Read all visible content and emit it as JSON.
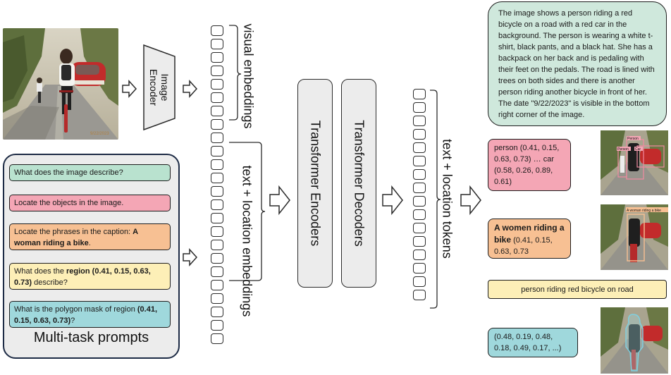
{
  "encoder": {
    "label": "Image\nEncoder"
  },
  "prompts": {
    "title": "Multi-task prompts",
    "items": [
      {
        "plain": "What does the image describe?",
        "bold": "",
        "after": "",
        "color": "#b9e2cf"
      },
      {
        "plain": "Locate the objects in the image.",
        "bold": "",
        "after": "",
        "color": "#f4a6b5"
      },
      {
        "plain": "Locate the phrases in the caption: ",
        "bold": "A woman riding a bike",
        "after": ".",
        "color": "#f7c093"
      },
      {
        "plain": "What does the ",
        "bold": "region (0.41, 0.15, 0.63, 0.73)",
        "after": " describe?",
        "color": "#fdefb7"
      },
      {
        "plain": "What is the polygon mask of region ",
        "bold": "(0.41, 0.15, 0.63, 0.73)",
        "after": "?",
        "color": "#9fd8dc"
      }
    ]
  },
  "labels": {
    "visual_embeddings": "visual embeddings",
    "text_location_embeddings": "text + location embeddings",
    "transformer_encoders": "Transformer Encoders",
    "transformer_decoders": "Transformer Decoders",
    "text_location_tokens": "text + location tokens"
  },
  "outputs": {
    "caption": "The image shows a person riding a red bicycle on a road with a red car in the background. The person is wearing a white t-shirt, black pants, and a black hat. She has a backpack on her back and is pedaling with their feet on the pedals. The road is lined with trees on both sides and there is another person riding another bicycle in front of her. The date \"9/22/2023\" is visible in the bottom right corner of the image.",
    "detection": "person (0.41, 0.15, 0.63, 0.73) … car (0.58, 0.26, 0.89, 0.61)",
    "grounding_bold": "A women riding a bike",
    "grounding_coords": " (0.41, 0.15, 0.63, 0.73",
    "region_caption": "person riding red bicycle on road",
    "polygon": "(0.48, 0.19, 0.48, 0.18, 0.49, 0.17, ...)"
  },
  "thumbnails": {
    "det_labels": [
      "Person",
      "Person",
      "Car"
    ],
    "ground_label": "A woman riding a bike"
  },
  "photo_watermark": "9/22/2023"
}
